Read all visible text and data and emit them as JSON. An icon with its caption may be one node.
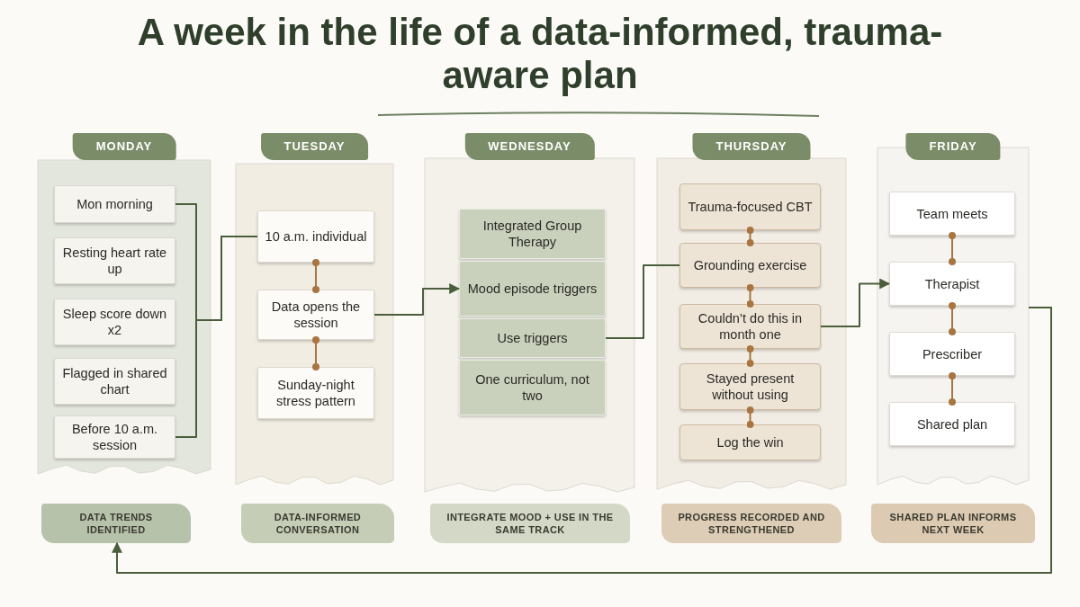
{
  "diagram": {
    "title": "A week in the life of a data-informed, trauma-aware plan",
    "nodes": [
      {
        "text": [
          "MONDAY"
        ]
      },
      {
        "text": [
          "Mon morning"
        ],
        "in": 0
      },
      {
        "text": [
          "Resting heart rate up"
        ],
        "in": 0
      },
      {
        "text": [
          "Sleep score down x2"
        ],
        "in": 0
      },
      {
        "text": [
          "Flagged in shared chart"
        ],
        "in": 0
      },
      {
        "text": [
          "Before 10 a.m. session"
        ],
        "in": 0
      },
      {
        "text": [
          "TUESDAY"
        ]
      },
      {
        "text": [
          "10 a.m. individual"
        ],
        "in": 6
      },
      {
        "text": [
          "Data opens the session"
        ],
        "in": 6
      },
      {
        "text": [
          "Sunday-night stress pattern"
        ],
        "in": 6
      },
      {
        "text": [
          "WEDNESDAY"
        ]
      },
      {
        "text": [
          "Integrated Group Therapy"
        ],
        "in": 10
      },
      {
        "text": [
          "Mood episode triggers"
        ],
        "in": 10
      },
      {
        "text": [
          "Use triggers"
        ],
        "in": 10
      },
      {
        "text": [
          "One curriculum, not two"
        ],
        "in": 10
      },
      {
        "text": [
          "THURSDAY"
        ]
      },
      {
        "text": [
          "Trauma-focused CBT"
        ],
        "in": 15
      },
      {
        "text": [
          "Grounding exercise"
        ],
        "in": 15
      },
      {
        "text": [
          "Couldn’t do this in month one"
        ],
        "in": 15
      },
      {
        "text": [
          "Stayed present without using"
        ],
        "in": 15
      },
      {
        "text": [
          "Log the win"
        ],
        "in": 15
      },
      {
        "text": [
          "FRIDAY"
        ]
      },
      {
        "text": [
          "Team meets"
        ],
        "in": 21
      },
      {
        "text": [
          "Therapist"
        ],
        "in": 21
      },
      {
        "text": [
          "Prescriber"
        ],
        "in": 21
      },
      {
        "text": [
          "Shared plan"
        ],
        "in": 21
      },
      {
        "text": [
          "DATA TRENDS IDENTIFIED"
        ]
      },
      {
        "text": [
          "DATA-INFORMED CONVERSATION"
        ]
      },
      {
        "text": [
          "INTEGRATE MOOD + USE IN THE SAME TRACK"
        ]
      },
      {
        "text": [
          "PROGRESS RECORDED AND STRENGTHENED"
        ]
      },
      {
        "text": [
          "SHARED PLAN INFORMS NEXT WEEK"
        ]
      }
    ],
    "edges": [
      {
        "from": 1,
        "to": 7,
        "arrow": "none",
        "color": "#4a5e3c"
      },
      {
        "from": 5,
        "to": 7,
        "arrow": "none",
        "color": "#4a5e3c"
      },
      {
        "from": 7,
        "to": 8,
        "arrow": "other"
      },
      {
        "from": 8,
        "to": 9,
        "arrow": "other"
      },
      {
        "from": 8,
        "to": 12,
        "arrow": "to",
        "color": "#4a5e3c"
      },
      {
        "from": 13,
        "to": 17,
        "arrow": "none",
        "color": "#4a5e3c"
      },
      {
        "from": 16,
        "to": 17,
        "arrow": "other"
      },
      {
        "from": 17,
        "to": 18,
        "arrow": "other"
      },
      {
        "from": 18,
        "to": 19,
        "arrow": "other"
      },
      {
        "from": 19,
        "to": 20,
        "arrow": "other"
      },
      {
        "from": 18,
        "to": 23,
        "arrow": "to",
        "color": "#4a5e3c"
      },
      {
        "from": 22,
        "to": 23,
        "arrow": "other"
      },
      {
        "from": 23,
        "to": 24,
        "arrow": "other"
      },
      {
        "from": 24,
        "to": 25,
        "arrow": "other"
      },
      {
        "from": 21,
        "to": 26,
        "arrow": "to",
        "color": "#4a5e3c"
      }
    ]
  }
}
